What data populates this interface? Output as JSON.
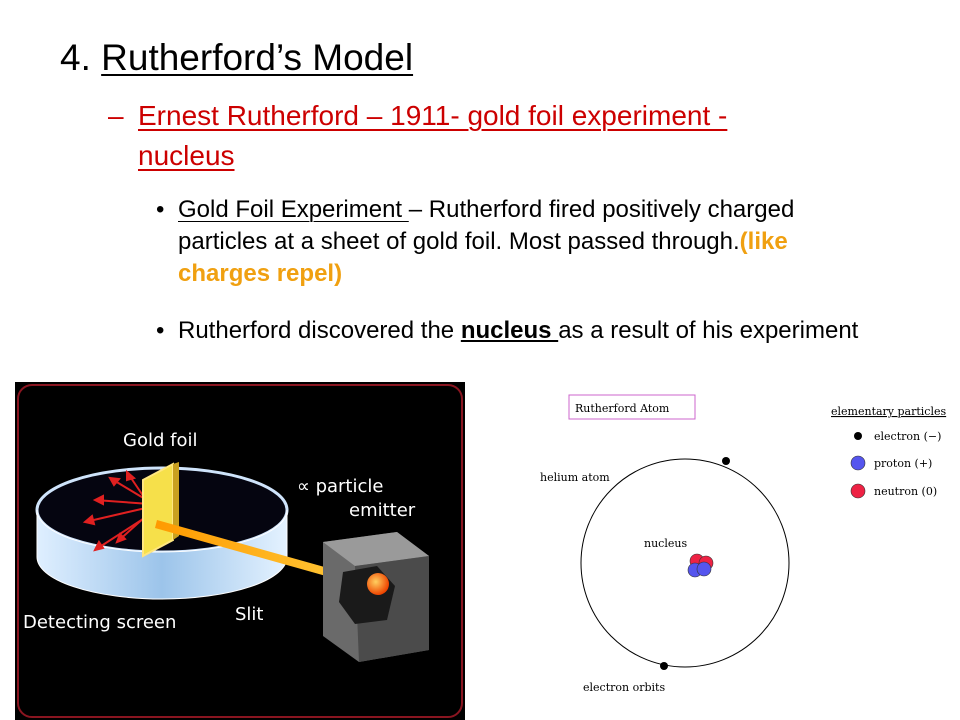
{
  "slide": {
    "title_number": "4.",
    "title_text": "Rutherford’s Model",
    "subheading_dash": "–",
    "subheading": "Ernest Rutherford – 1911- gold foil experiment - nucleus",
    "bullet_symbol": "•",
    "bullet1": {
      "term": "Gold Foil Experiment ",
      "body": "– Rutherford fired positively charged particles at a sheet of gold foil. Most passed through.",
      "highlight": "(like charges repel)"
    },
    "bullet2": {
      "prefix": "Rutherford discovered the ",
      "keyword": "nucleus ",
      "suffix": "as a result of his experiment"
    }
  },
  "foil_image": {
    "label_gold_foil": "Gold foil",
    "label_emitter_line1": "∝ particle",
    "label_emitter_line2": "emitter",
    "label_detecting": "Detecting screen",
    "label_slit": "Slit"
  },
  "atom_diagram": {
    "title": "Rutherford Atom",
    "label_helium": "helium atom",
    "label_nucleus": "nucleus",
    "label_orbits": "electron orbits",
    "legend_title": "elementary particles",
    "legend": [
      {
        "label": "electron (−)",
        "color": "#000000"
      },
      {
        "label": "proton (+)",
        "color": "#5555ee"
      },
      {
        "label": "neutron (0)",
        "color": "#ee2244"
      }
    ]
  },
  "colors": {
    "subheading": "#cc0000",
    "highlight": "#f0a010",
    "title_box_border": "#cc66cc"
  }
}
